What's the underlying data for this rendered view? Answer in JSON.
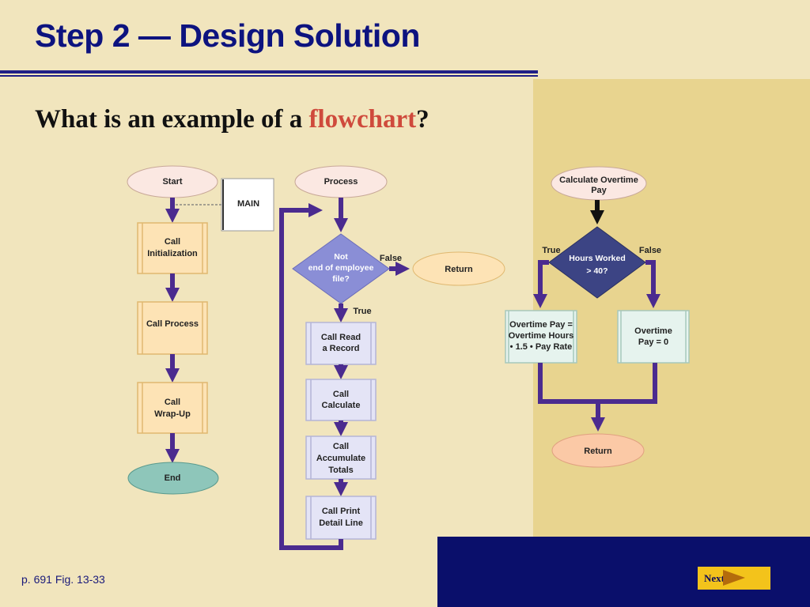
{
  "slide": {
    "title": "Step 2 — Design Solution",
    "question_prefix": "What is an example of a ",
    "question_highlight": "flowchart",
    "question_suffix": "?",
    "caption": "p. 691 Fig. 13-33",
    "next_label": "Next"
  },
  "colors": {
    "title": "#0d137f",
    "highlight": "#cf4a3c",
    "arrow": "#4b2b8f",
    "right_panel": "#e8d48f",
    "bottom_panel": "#0a0f6b"
  },
  "main_flow": {
    "start": "Start",
    "main_label": "MAIN",
    "call_init": [
      "Call",
      "Initialization"
    ],
    "call_process": "Call Process",
    "call_wrapup": [
      "Call",
      "Wrap-Up"
    ],
    "end": "End"
  },
  "process_flow": {
    "process": "Process",
    "decision": [
      "Not",
      "end of employee",
      "file?"
    ],
    "false_label": "False",
    "true_label": "True",
    "return": "Return",
    "call_read": [
      "Call Read",
      "a Record"
    ],
    "call_calc": [
      "Call",
      "Calculate"
    ],
    "call_accum": [
      "Call",
      "Accumulate",
      "Totals"
    ],
    "call_print": [
      "Call Print",
      "Detail Line"
    ]
  },
  "overtime_flow": {
    "start": [
      "Calculate Overtime",
      "Pay"
    ],
    "decision": [
      "Hours Worked",
      "> 40?"
    ],
    "true_label": "True",
    "false_label": "False",
    "true_box": [
      "Overtime Pay =",
      "Overtime Hours",
      "• 1.5 • Pay Rate"
    ],
    "false_box": [
      "Overtime",
      "Pay = 0"
    ],
    "return": "Return"
  }
}
